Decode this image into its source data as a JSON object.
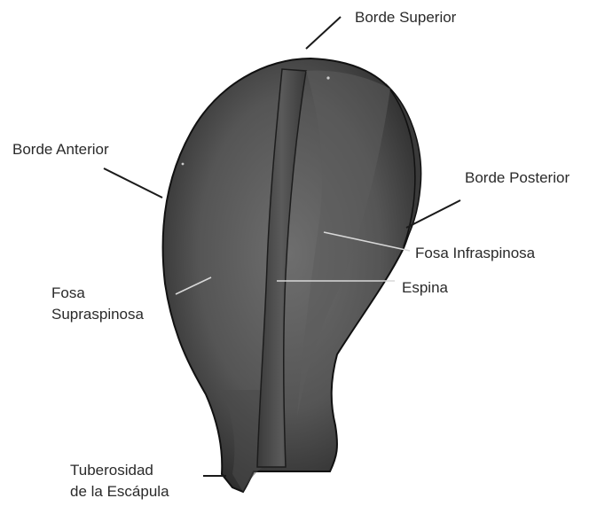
{
  "diagram": {
    "colors": {
      "bone_dark": "#2b2b2b",
      "bone_mid": "#555555",
      "bone_light": "#6e6e6e",
      "outer_leader": "#1a1a1a",
      "inner_leader": "#d8d8d8",
      "text": "#2a2a2a"
    },
    "labels": {
      "borde_superior": "Borde Superior",
      "borde_anterior": "Borde Anterior",
      "borde_posterior": "Borde Posterior",
      "fosa_infraspinosa": "Fosa Infraspinosa",
      "espina": "Espina",
      "fosa_supraspinosa_line1": "Fosa",
      "fosa_supraspinosa_line2": "Supraspinosa",
      "tuberosidad_line1": "Tuberosidad",
      "tuberosidad_line2": "de la Escápula"
    }
  }
}
